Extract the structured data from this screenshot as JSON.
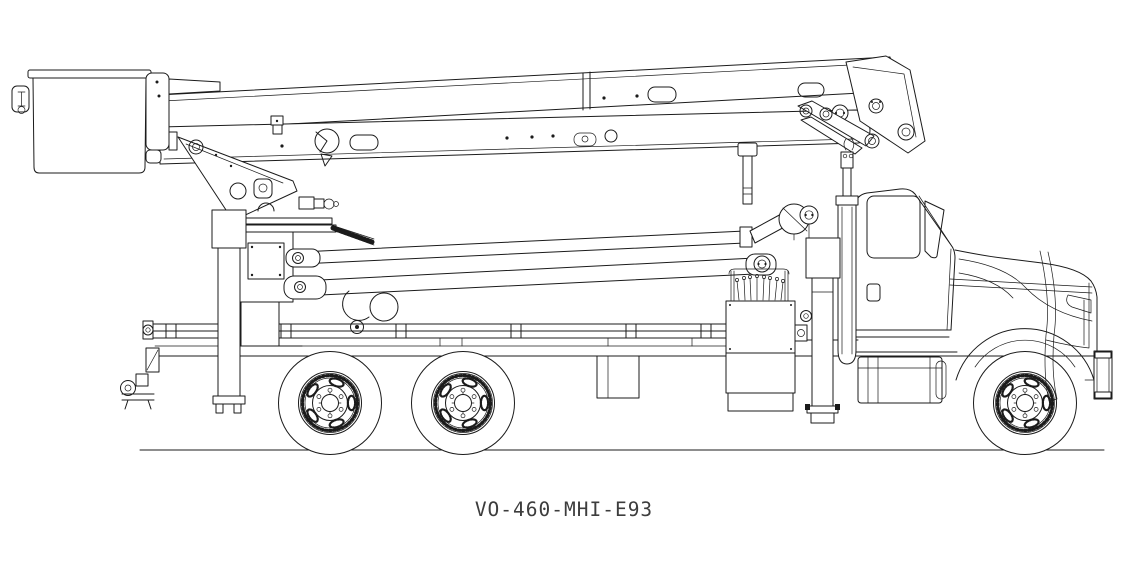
{
  "drawing": {
    "label": "VO-460-MHI-E93",
    "background": "#ffffff",
    "line_color": "#1b1b1b",
    "label_color": "#3d3d3d"
  },
  "parts": [
    "aerial-bucket",
    "bucket-mount-bracket",
    "upper-boom",
    "intermediate-boom",
    "boom-elbow",
    "elbow-linkage",
    "leveling-rod",
    "lift-cylinder",
    "turret-plate",
    "rotation-pedestal",
    "lower-boom-arms",
    "boom-pivot-sheave",
    "control-station",
    "control-levers",
    "left-outrigger",
    "right-outrigger",
    "flatbed-deck",
    "stake-rails",
    "rear-pintle-hook",
    "under-bed-box",
    "truck-cab",
    "cab-door-window",
    "hood",
    "front-fender",
    "fuel-step-box",
    "front-bumper",
    "rear-tandem-wheel-1",
    "rear-tandem-wheel-2",
    "front-wheel",
    "ground-line"
  ]
}
